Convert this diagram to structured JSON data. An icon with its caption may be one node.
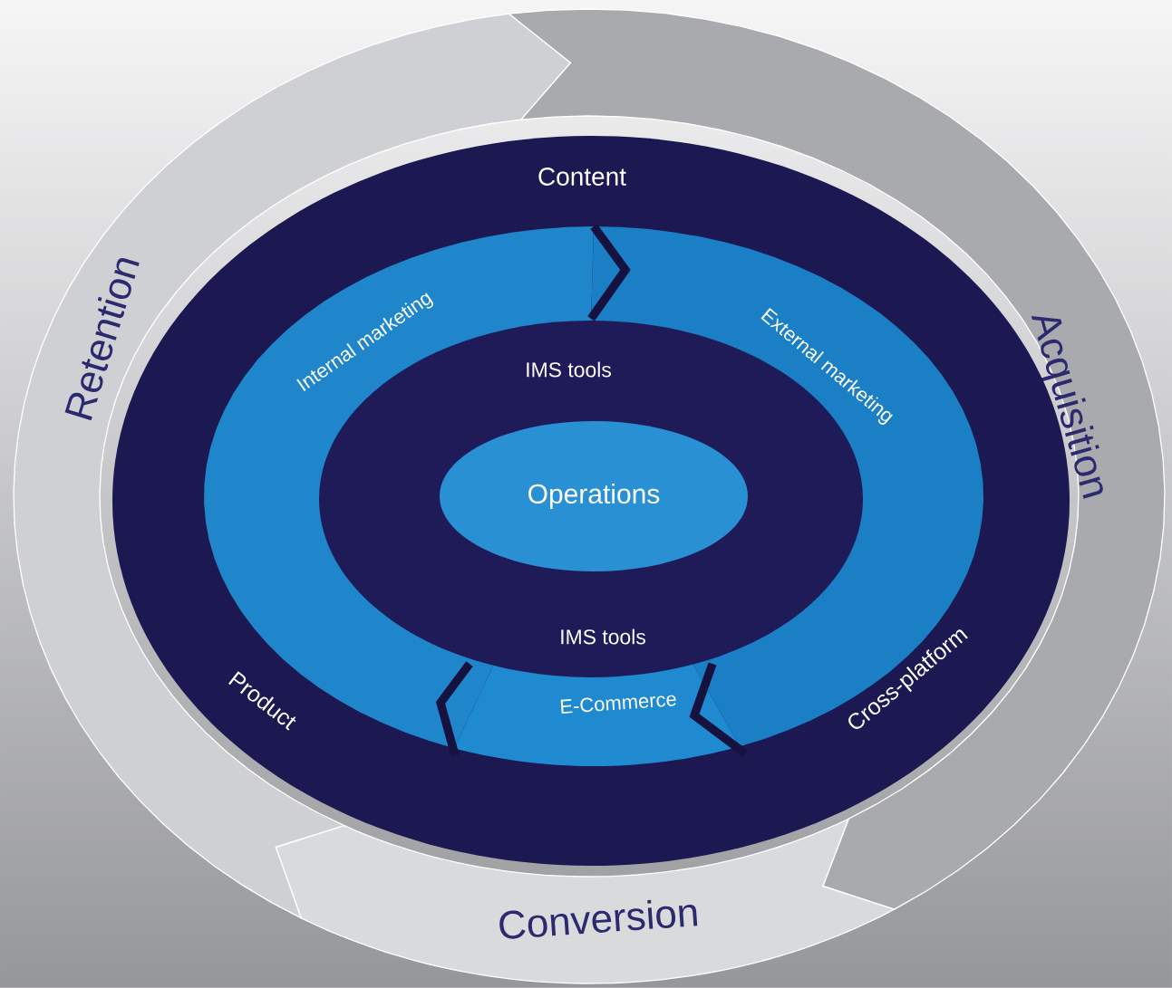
{
  "diagram": {
    "nodes": [
      {
        "text": [
          "Retention"
        ]
      },
      {
        "text": [
          "Acquisition"
        ]
      },
      {
        "text": [
          "Conversion"
        ]
      },
      {
        "text": [
          "Content",
          "Product",
          "Cross-platform"
        ]
      },
      {
        "text": [
          "Internal marketing"
        ],
        "in": 3
      },
      {
        "text": [
          "External marketing"
        ],
        "in": 3
      },
      {
        "text": [
          "E-Commerce"
        ],
        "in": 3
      },
      {
        "text": [
          "IMS tools",
          "IMS tools"
        ],
        "in": 3
      },
      {
        "text": [
          "Operations"
        ],
        "in": 7
      }
    ]
  }
}
